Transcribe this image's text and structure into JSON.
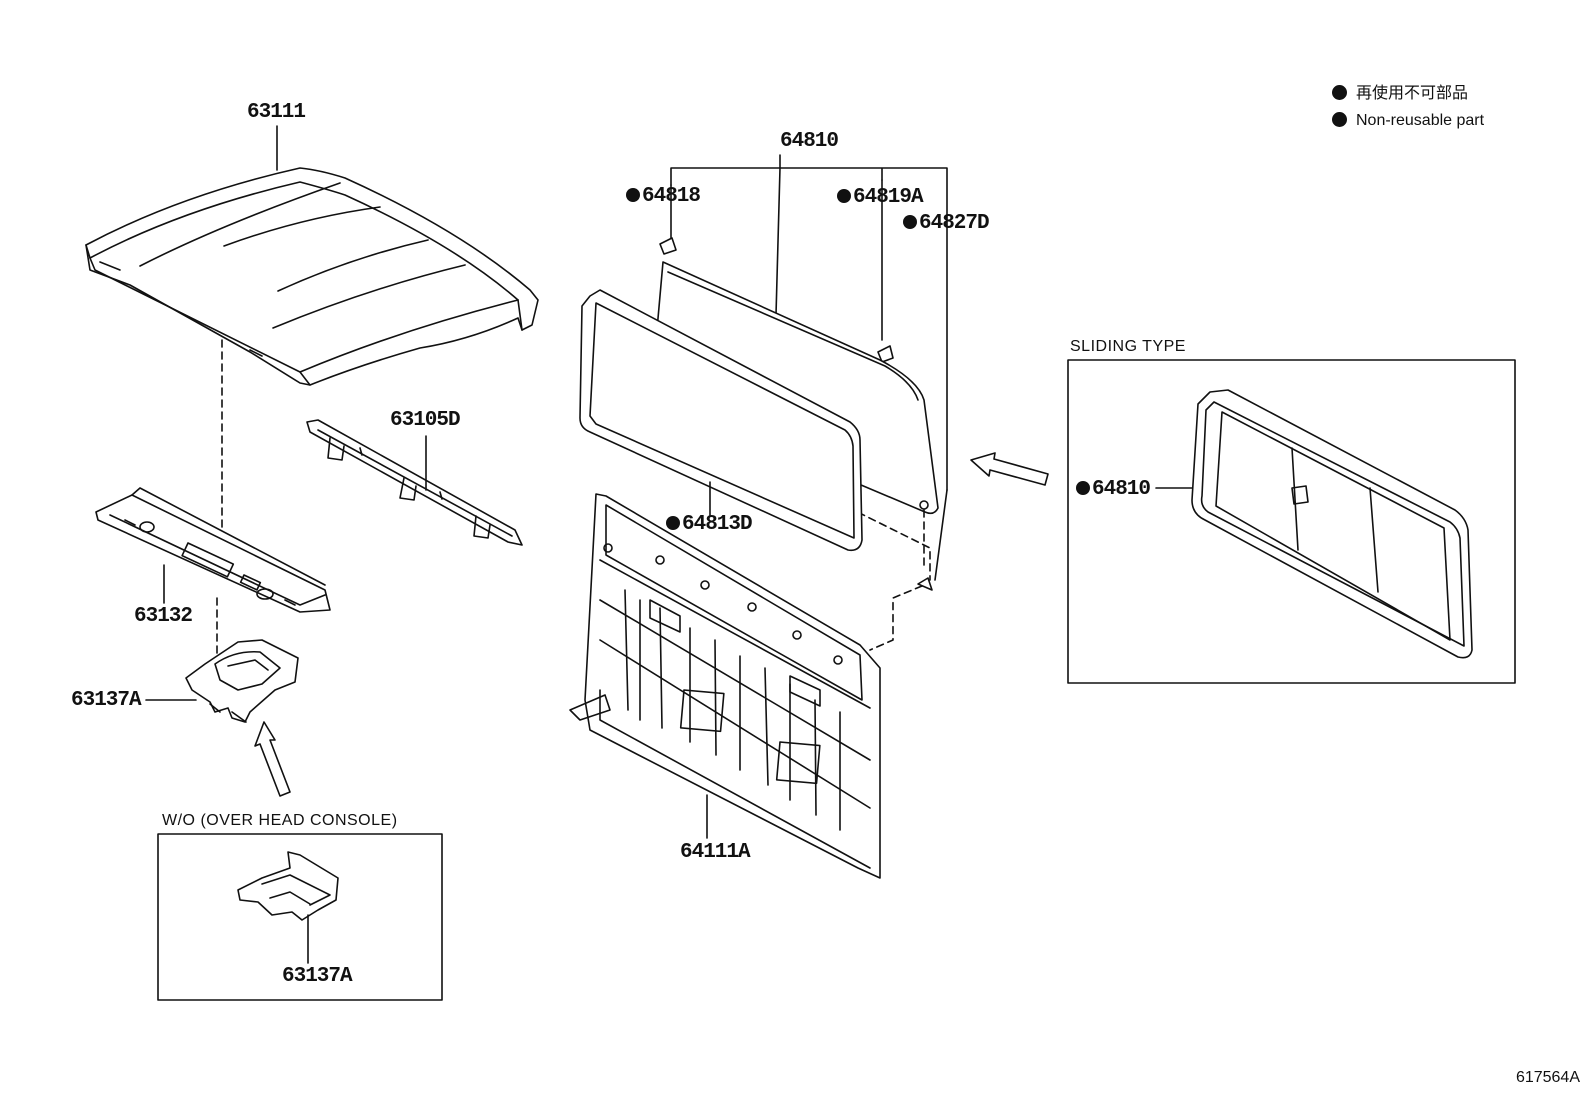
{
  "legend": {
    "jp": "再使用不可部品",
    "en": "Non-reusable part"
  },
  "captions": {
    "sliding_type": "SLIDING TYPE",
    "wo_console": "W/O (OVER HEAD CONSOLE)"
  },
  "parts": {
    "roof_panel": "63111",
    "roof_bow": "63105D",
    "roof_header": "63132",
    "console_bracket": "63137A",
    "console_bracket_alt": "63137A",
    "back_window": "64810",
    "stopper": "64818",
    "clip_a": "64819A",
    "clip_d": "64827D",
    "weatherstrip": "64813D",
    "back_panel": "64111A",
    "sliding_window": "64810"
  },
  "reference": "617564A"
}
